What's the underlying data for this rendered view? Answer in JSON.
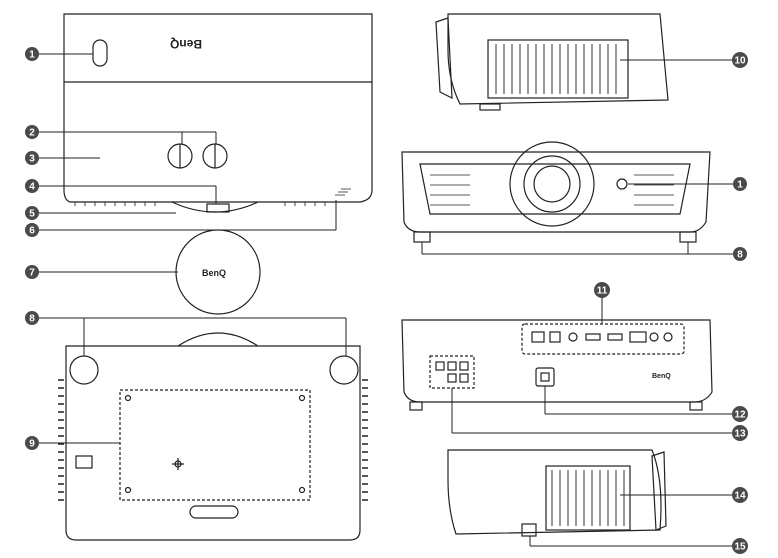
{
  "brand": {
    "logo_text": "BenQ",
    "logo_text_mirrored": "BenQ"
  },
  "colors": {
    "line": "#222222",
    "callout_fill": "#4a4a4a",
    "callout_text": "#ffffff",
    "dashed": "#555555"
  },
  "callouts": [
    {
      "id": "1",
      "label": "1"
    },
    {
      "id": "2",
      "label": "2"
    },
    {
      "id": "3",
      "label": "3"
    },
    {
      "id": "4",
      "label": "4"
    },
    {
      "id": "5",
      "label": "5"
    },
    {
      "id": "6",
      "label": "6"
    },
    {
      "id": "7",
      "label": "7"
    },
    {
      "id": "8",
      "label": "8"
    },
    {
      "id": "9",
      "label": "9"
    },
    {
      "id": "10",
      "label": "10"
    },
    {
      "id": "1b",
      "label": "1"
    },
    {
      "id": "8b",
      "label": "8"
    },
    {
      "id": "11",
      "label": "11"
    },
    {
      "id": "12",
      "label": "12"
    },
    {
      "id": "13",
      "label": "13"
    },
    {
      "id": "14",
      "label": "14"
    },
    {
      "id": "15",
      "label": "15"
    }
  ],
  "views": {
    "top": "top-view",
    "bottom": "bottom-view",
    "side_top": "side-view-upper",
    "front": "front-view",
    "rear": "rear-view",
    "side_bottom": "side-view-lower",
    "lens_cap": "lens-cap"
  }
}
